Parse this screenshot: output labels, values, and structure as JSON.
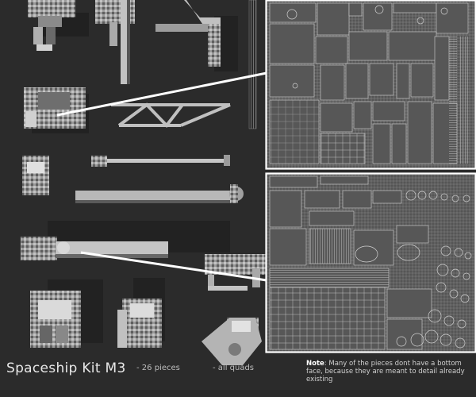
{
  "title": "Spaceship Kit M3",
  "pieces": "- 26 pieces",
  "quads": "- all quads",
  "note_label": "Note",
  "note_text": ": Many of the pieces dont have a bottom face, because they are meant to detail already existing",
  "colors": {
    "background": "#2b2b2b",
    "uv_background": "#515151",
    "uv_lines": "#cfcfcf",
    "frame": "#ffffff",
    "model_light": "#b8b8b8",
    "model_dark": "#4a4a4a"
  }
}
